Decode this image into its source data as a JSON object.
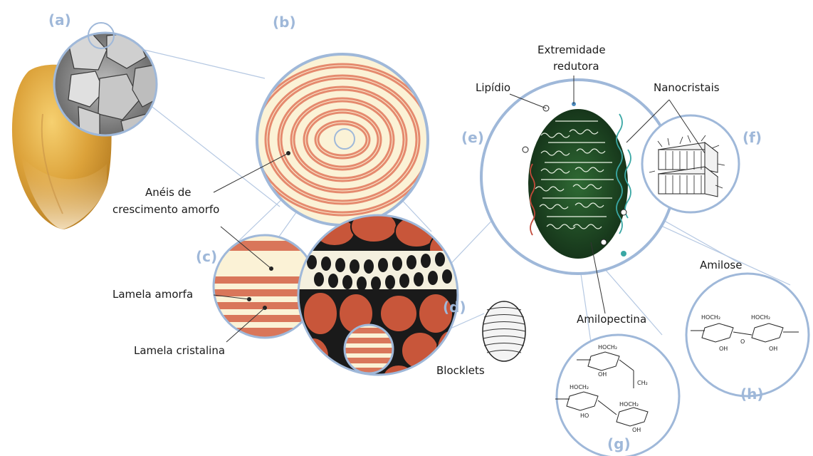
{
  "panels": {
    "a": "(a)",
    "b": "(b)",
    "c": "(c)",
    "d": "(d)",
    "e": "(e)",
    "f": "(f)",
    "g": "(g)",
    "h": "(h)"
  },
  "labels": {
    "growth_rings_line1": "Anéis de",
    "growth_rings_line2": "crescimento amorfo",
    "amorphous_lamella": "Lamela amorfa",
    "crystalline_lamella": "Lamela cristalina",
    "blocklets": "Blocklets",
    "reducing_end_line1": "Extremidade",
    "reducing_end_line2": "redutora",
    "lipid": "Lipídio",
    "nanocrystals": "Nanocristais",
    "amylose": "Amilose",
    "amylopectin": "Amilopectina"
  },
  "chem_text": {
    "hoch2": "HOCH₂",
    "oh": "OH",
    "ho": "HO",
    "o": "O",
    "ch2": "CH₂"
  },
  "colors": {
    "accent_blue": "#9fb8d9",
    "ring_salmon": "#e58a6e",
    "ring_cream": "#fbf2d6",
    "granule_red": "#c8563a",
    "crystal_green": "#1f4a26"
  }
}
